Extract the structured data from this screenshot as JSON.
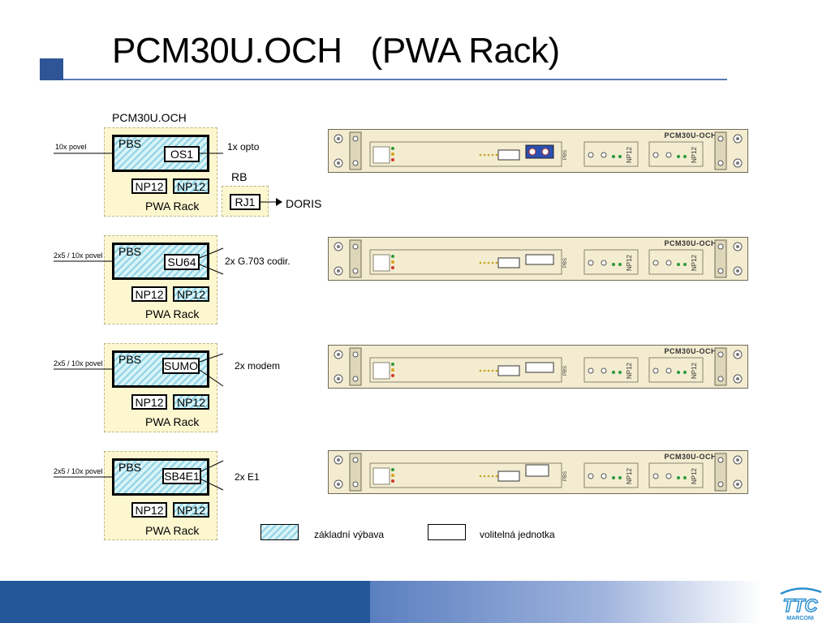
{
  "title": "PCM30U.OCH   (PWA Rack)",
  "diagram_title": "PCM30U.OCH",
  "blocks": [
    {
      "input": "10x povel",
      "pbs": "PBS",
      "module": "OS1",
      "output": "1x opto",
      "np_a": "NP12",
      "np_b": "NP12",
      "rack": "PWA Rack"
    },
    {
      "input": "2x5 / 10x povel",
      "pbs": "PBS",
      "module": "SU64",
      "output": "2x G.703 codir.",
      "np_a": "NP12",
      "np_b": "NP12",
      "rack": "PWA Rack"
    },
    {
      "input": "2x5 / 10x povel",
      "pbs": "PBS",
      "module": "SUMO",
      "output": "2x modem",
      "np_a": "NP12",
      "np_b": "NP12",
      "rack": "PWA Rack"
    },
    {
      "input": "2x5 / 10x povel",
      "pbs": "PBS",
      "module": "SB4E1",
      "output": "2x E1",
      "np_a": "NP12",
      "np_b": "NP12",
      "rack": "PWA Rack"
    }
  ],
  "rb": {
    "label": "RB",
    "module": "RJ1",
    "target": "DORIS"
  },
  "racks": {
    "name": "PCM30U-OCH",
    "pbs": "PBS",
    "np": "NP12"
  },
  "legend": {
    "basic": "základní výbava",
    "optional": "volitelná jednotka"
  },
  "logo": {
    "text": "TTC",
    "sub": "MARCONI"
  }
}
